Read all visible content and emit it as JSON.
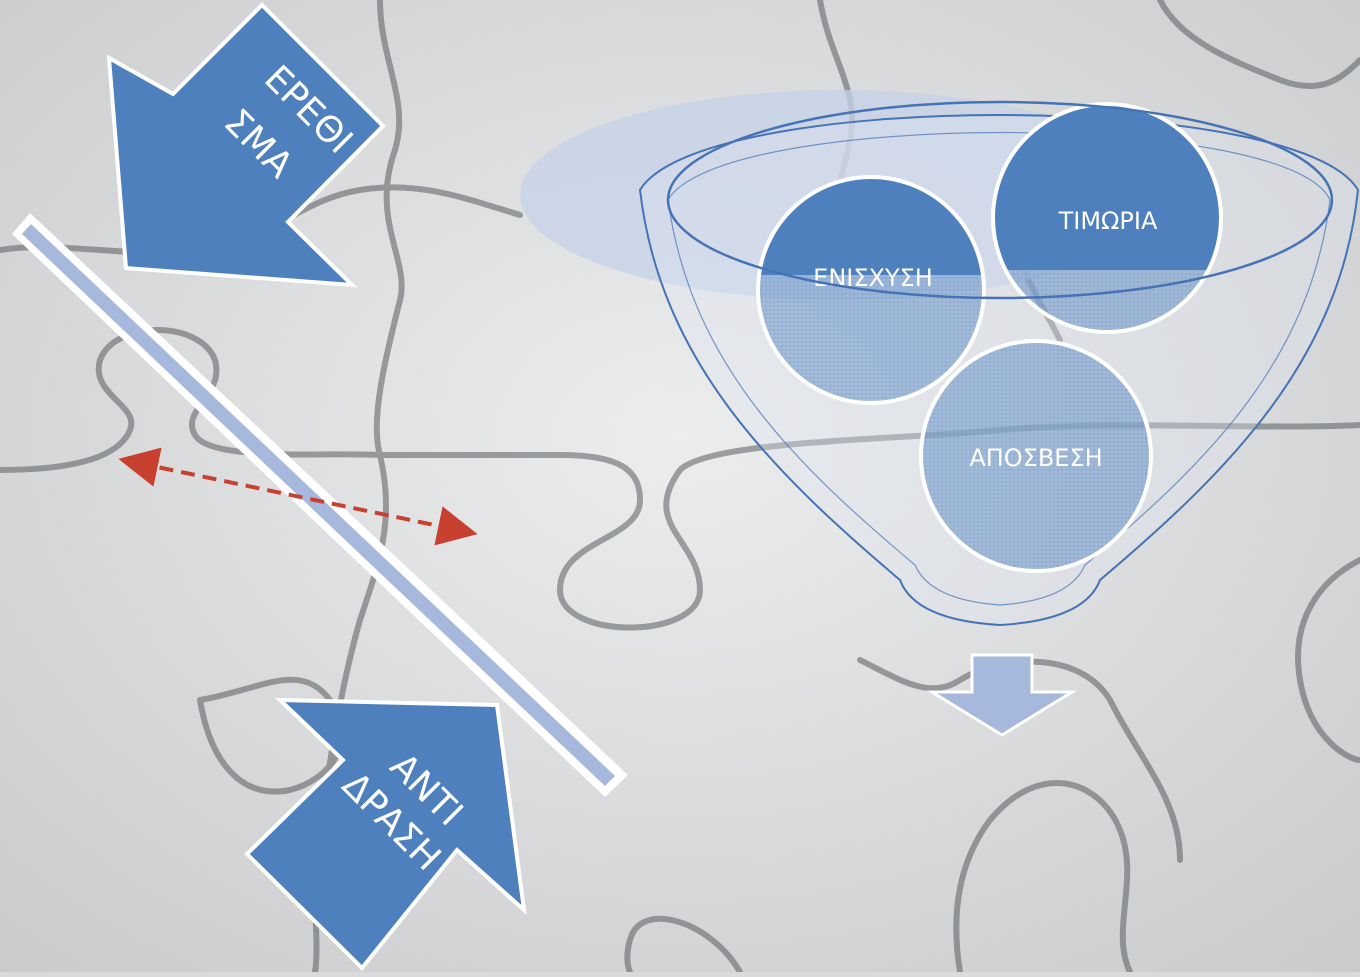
{
  "arrows": {
    "stimulus_line1": "ΕΡΕΘΙ",
    "stimulus_line2": "ΣΜΑ",
    "response_line1": "ΑΝΤΙ",
    "response_line2": "ΔΡΑΣΗ"
  },
  "funnel": {
    "circle_reinforcement": "ΕΝΙΣΧΥΣΗ",
    "circle_punishment": "ΤΙΜΩΡΙΑ",
    "circle_extinction": "ΑΠΟΣΒΕΣΗ"
  },
  "colors": {
    "arrow_blue": "#4e80bd",
    "bar_blue": "#a6b8dc",
    "funnel_outline": "#4673b5",
    "dashed_red": "#c8402f",
    "background": "#d9dadc"
  }
}
